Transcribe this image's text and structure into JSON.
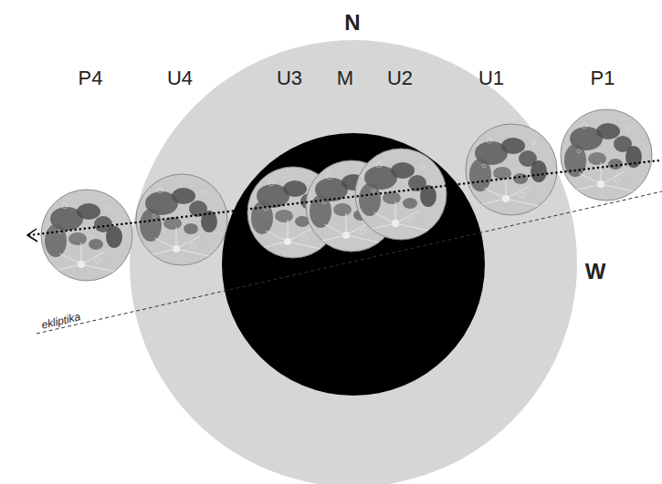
{
  "diagram": {
    "labels": [
      "N",
      "P4",
      "U4",
      "U3",
      "M",
      "U2",
      "U1",
      "P1",
      "W",
      "ekliptika"
    ]
  }
}
